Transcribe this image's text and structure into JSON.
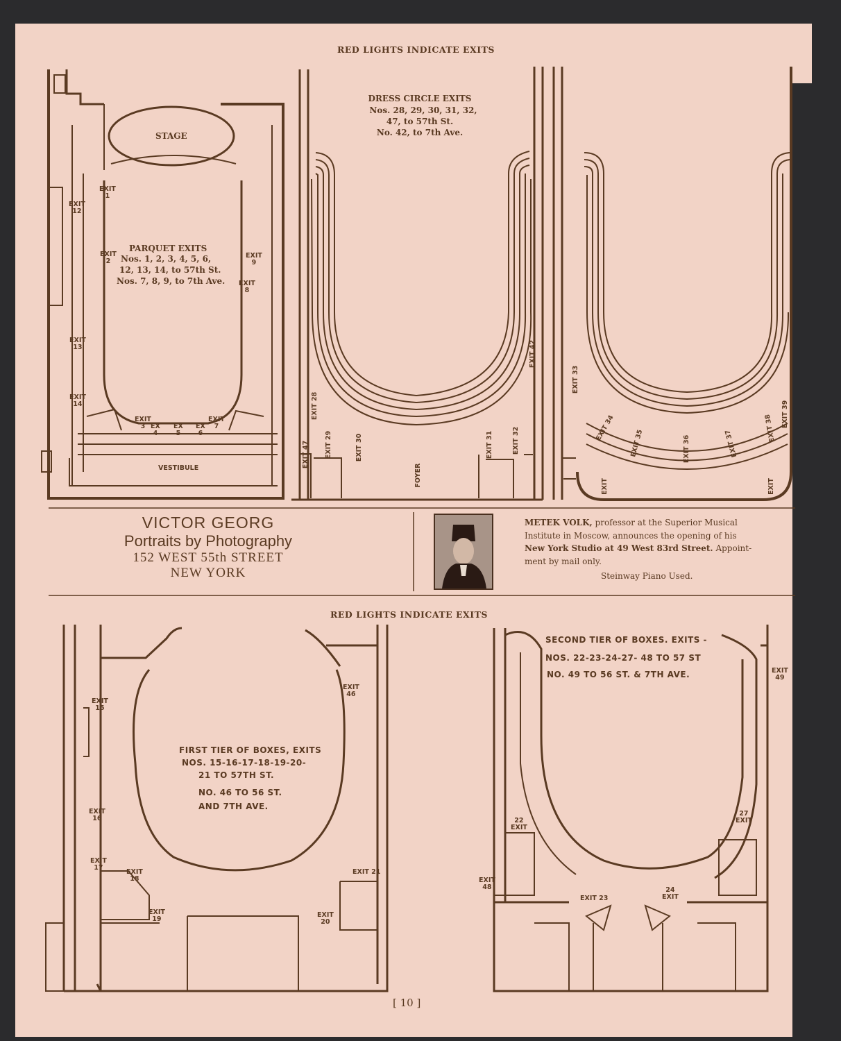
{
  "page": {
    "top_header": "RED LIGHTS INDICATE EXITS",
    "bottom_header": "RED LIGHTS INDICATE EXITS",
    "page_number": "[ 10 ]"
  },
  "parquet": {
    "stage": "STAGE",
    "title": "PARQUET EXITS",
    "line1": "Nos. 1, 2, 3, 4, 5, 6,",
    "line2": "12, 13, 14, to 57th St.",
    "line3": "Nos. 7, 8, 9, to 7th Ave.",
    "vestibule": "VESTIBULE",
    "exits": {
      "e1": "EXIT\n1",
      "e2": "EXIT\n2",
      "e12": "EXIT\n12",
      "e13": "EXIT\n13",
      "e14": "EXIT\n14",
      "e9": "EXIT\n9",
      "e8": "EXIT\n8",
      "e3": "EXIT\n3",
      "e4": "EX\n4",
      "e5": "EX\n5",
      "e6": "EX\n6",
      "e7": "EXIT\n7"
    }
  },
  "dress_circle": {
    "title": "DRESS CIRCLE EXITS",
    "line1": "Nos. 28, 29, 30, 31, 32,",
    "line2": "47, to 57th St.",
    "line3": "No. 42, to 7th Ave.",
    "foyer": "FOYER",
    "exits": {
      "e28": "EXIT 28",
      "e42": "EXIT 42",
      "e47": "EXIT 47",
      "e29": "EXIT 29",
      "e30": "EXIT 30",
      "e31": "EXIT 31",
      "e32": "EXIT 32"
    }
  },
  "balcony": {
    "exits": {
      "e33": "EXIT 33",
      "e34": "EXIT 34",
      "e35": "EXIT 35",
      "e36": "EXIT 36",
      "e37": "EXIT 37",
      "e38": "EXIT 38",
      "e39": "EXIT 39",
      "ea": "EXIT",
      "eb": "EXIT"
    }
  },
  "victor": {
    "name": "VICTOR GEORG",
    "tagline": "Portraits by Photography",
    "address": "152 WEST 55th STREET",
    "city": "NEW YORK"
  },
  "volk": {
    "name": "METEK VOLK,",
    "text1": " professor at the Superior Musical",
    "text2": "Institute in Moscow, announces the opening of his",
    "bold2": "New York Studio at 49 West 83rd Street.",
    "text3": " Appoint-",
    "text4": "ment by mail only.",
    "piano": "Steinway Piano Used."
  },
  "first_tier": {
    "title": "FIRST TIER OF BOXES, EXITS",
    "line1": "NOS. 15-16-17-18-19-20-",
    "line2": "21 TO 57TH ST.",
    "line3": "NO. 46 TO 56 ST.",
    "line4": "AND 7TH AVE.",
    "exits": {
      "e15": "EXIT\n15",
      "e16": "EXIT\n16",
      "e17": "EXIT\n17",
      "e18": "EXIT\n18",
      "e19": "EXIT\n19",
      "e20": "EXIT\n20",
      "e21": "EXIT 21",
      "e46": "EXIT\n46"
    }
  },
  "second_tier": {
    "title": "SECOND TIER OF BOXES. EXITS -",
    "line1": "NOS. 22-23-24-27- 48 TO 57 ST",
    "line2": "NO. 49 TO 56 ST. & 7TH AVE.",
    "exits": {
      "e49": "EXIT\n49",
      "e22": "22\nEXIT",
      "e27": "27\nEXIT",
      "e48": "EXIT\n48",
      "e23": "EXIT 23",
      "e24": "24\nEXIT"
    }
  }
}
